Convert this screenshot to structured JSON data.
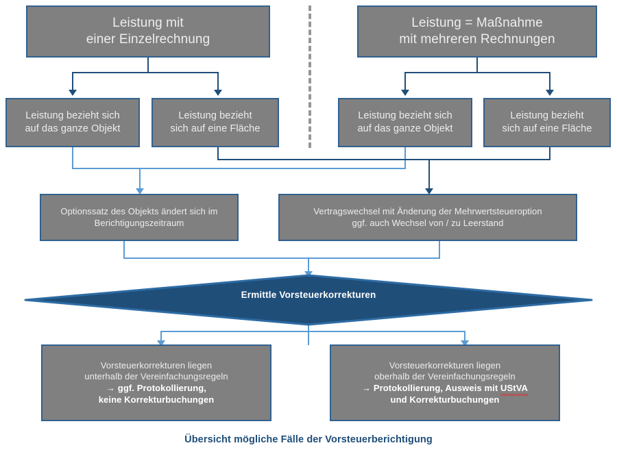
{
  "caption": "Übersicht mögliche Fälle der Vorsteuerberichtigung",
  "colors": {
    "box_fill": "#808080",
    "box_border": "#31618F",
    "diamond_fill": "#1F4E79",
    "connector_light": "#5B9BD5",
    "connector_dark": "#1F4E79",
    "caption_text": "#1F4E79",
    "divider": "#969696",
    "spellcheck_underline": "#E03030"
  },
  "nodes": {
    "top_left": {
      "line1": "Leistung mit",
      "line2": "einer Einzelrechnung"
    },
    "top_right": {
      "line1": "Leistung = Maßnahme",
      "line2": "mit mehreren Rechnungen"
    },
    "row2_a": {
      "line1": "Leistung bezieht sich",
      "line2": "auf das ganze Objekt"
    },
    "row2_b": {
      "line1": "Leistung bezieht",
      "line2": "sich auf eine Fläche"
    },
    "row2_c": {
      "line1": "Leistung bezieht sich",
      "line2": "auf das ganze Objekt"
    },
    "row2_d": {
      "line1": "Leistung bezieht",
      "line2": "sich auf eine Fläche"
    },
    "row3_left": {
      "line1": "Optionssatz des Objekts ändert sich im",
      "line2": "Berichtigungszeitraum"
    },
    "row3_right": {
      "line1": "Vertragswechsel mit Änderung der Mehrwertsteueroption",
      "line2": "ggf. auch Wechsel von / zu Leerstand"
    },
    "decision": {
      "label": "Ermittle Vorsteuerkorrekturen"
    },
    "result_left": {
      "line1": "Vorsteuerkorrekturen liegen",
      "line2": "unterhalb der Vereinfachungsregeln",
      "line3": "→ ggf. Protokollierung,",
      "line4": "keine Korrekturbuchungen"
    },
    "result_right": {
      "line1": "Vorsteuerkorrekturen liegen",
      "line2": "oberhalb der Vereinfachungsregeln",
      "line3_pre": "→ Protokollierung, Ausweis mit ",
      "line3_flagged": "UStVA",
      "line4": "und Korrekturbuchungen"
    }
  }
}
